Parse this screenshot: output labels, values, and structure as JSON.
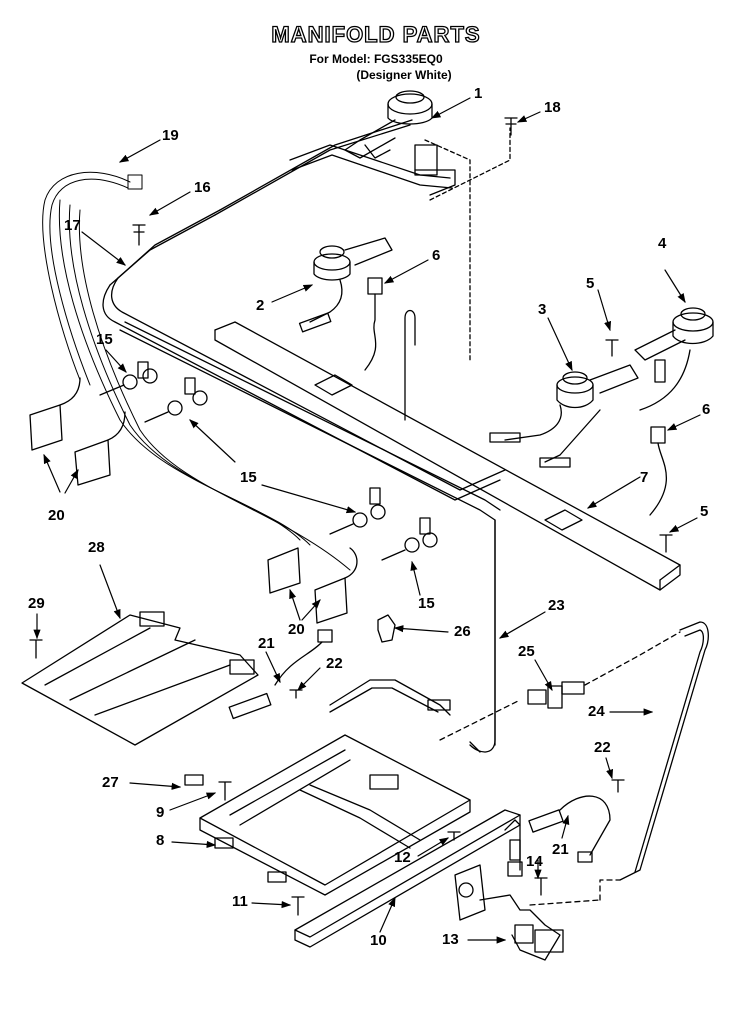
{
  "header": {
    "title": "MANIFOLD PARTS",
    "model": "For Model: FGS335EQ0",
    "finish": "(Designer White)"
  },
  "callouts": [
    {
      "id": "c1",
      "label": "1"
    },
    {
      "id": "c18",
      "label": "18"
    },
    {
      "id": "c19",
      "label": "19"
    },
    {
      "id": "c16",
      "label": "16"
    },
    {
      "id": "c17",
      "label": "17"
    },
    {
      "id": "c6a",
      "label": "6"
    },
    {
      "id": "c2",
      "label": "2"
    },
    {
      "id": "c4",
      "label": "4"
    },
    {
      "id": "c5a",
      "label": "5"
    },
    {
      "id": "c3",
      "label": "3"
    },
    {
      "id": "c15a",
      "label": "15"
    },
    {
      "id": "c6b",
      "label": "6"
    },
    {
      "id": "c15b",
      "label": "15"
    },
    {
      "id": "c7",
      "label": "7"
    },
    {
      "id": "c5b",
      "label": "5"
    },
    {
      "id": "c20a",
      "label": "20"
    },
    {
      "id": "c28",
      "label": "28"
    },
    {
      "id": "c20b",
      "label": "20"
    },
    {
      "id": "c15c",
      "label": "15"
    },
    {
      "id": "c29",
      "label": "29"
    },
    {
      "id": "c23",
      "label": "23"
    },
    {
      "id": "c26",
      "label": "26"
    },
    {
      "id": "c21a",
      "label": "21"
    },
    {
      "id": "c22a",
      "label": "22"
    },
    {
      "id": "c25",
      "label": "25"
    },
    {
      "id": "c24",
      "label": "24"
    },
    {
      "id": "c22b",
      "label": "22"
    },
    {
      "id": "c27",
      "label": "27"
    },
    {
      "id": "c9",
      "label": "9"
    },
    {
      "id": "c8",
      "label": "8"
    },
    {
      "id": "c12",
      "label": "12"
    },
    {
      "id": "c21b",
      "label": "21"
    },
    {
      "id": "c14",
      "label": "14"
    },
    {
      "id": "c11",
      "label": "11"
    },
    {
      "id": "c10",
      "label": "10"
    },
    {
      "id": "c13",
      "label": "13"
    }
  ]
}
